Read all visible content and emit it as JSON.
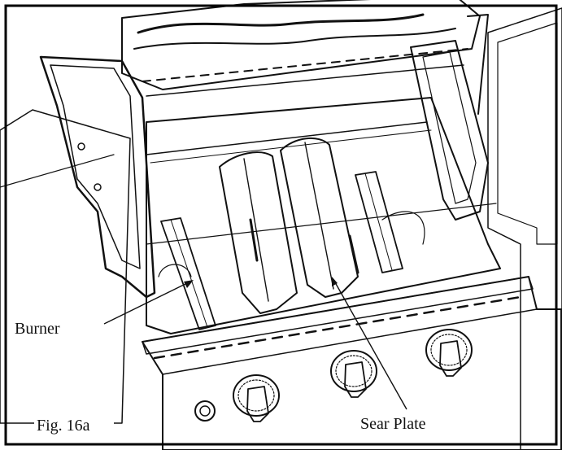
{
  "figure": {
    "caption": "Fig. 16a",
    "callouts": {
      "burner": "Burner",
      "sear_plate": "Sear Plate"
    }
  }
}
